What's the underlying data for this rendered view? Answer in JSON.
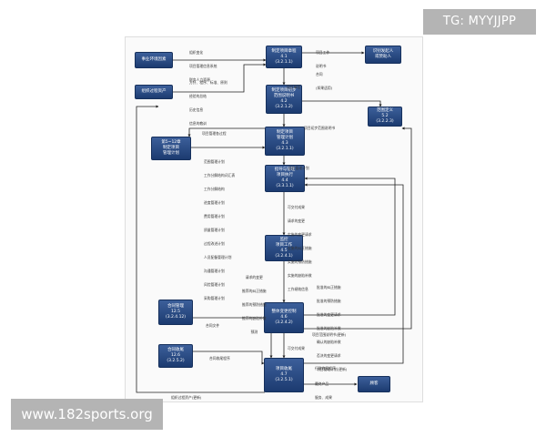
{
  "watermark_top": "TG: MYYJJPP",
  "watermark_bottom": "www.182sports.org",
  "nodes": {
    "eef": [
      "事业环境因素"
    ],
    "opa": [
      "组织过程资产"
    ],
    "charter": [
      "制定项目章程",
      "4.1",
      "(3.2.1.1)"
    ],
    "stakeholders": [
      "识别发起人",
      "或赞助人"
    ],
    "scope_prelim": [
      "制定项目初步",
      "范围说明书",
      "4.2",
      "(3.2.1.2)"
    ],
    "scope_def": [
      "范围定义",
      "5.2",
      "(3.2.2.3)"
    ],
    "pm_plan": [
      "制定项目",
      "管理计划",
      "4.3",
      "(3.2.1.1)"
    ],
    "ch512": [
      "第5~12章",
      "制定项目",
      "管理计划"
    ],
    "direct": [
      "指导与管理",
      "项目执行",
      "4.4",
      "(3.3.1.1)"
    ],
    "monitor": [
      "监控",
      "项目工作",
      "4.5",
      "(3.2.4.1)"
    ],
    "change": [
      "整体变更控制",
      "4.6",
      "(3.2.4.2)"
    ],
    "contract_mgmt": [
      "合同管理",
      "12.5",
      "(3.2.4.12)"
    ],
    "contract_close": [
      "合同收尾",
      "12.6",
      "(3.2.5.2)"
    ],
    "closure": [
      "项目收尾",
      "4.7",
      "(3.2.5.1)"
    ],
    "customer": [
      "顾客"
    ]
  },
  "labels": {
    "eef_inputs": [
      "组织变化",
      "项目管理信息系统",
      "财务人力资源"
    ],
    "opa_inputs": [
      "方针、程序、标准、原则",
      "经验的总结",
      "历史信息",
      "信息的教训"
    ],
    "sow": [
      "项目工作",
      "说明书"
    ],
    "contract": [
      "合同",
      "(如果适用)"
    ],
    "charter_out": [
      "项目章程"
    ],
    "prelim_scope_out": [
      "项目初步范围说明书"
    ],
    "pm_process": [
      "项目管理各过程"
    ],
    "subplans": [
      "范围管理计划",
      "工作分解结构词汇表",
      "工作分解结构",
      "进度管理计划",
      "费用管理计划",
      "质量管理计划",
      "过程改进计划",
      "人员配备管理计划",
      "沟通管理计划",
      "风险管理计划",
      "采购管理计划"
    ],
    "pm_plan_out": [
      "项目管理计划"
    ],
    "deliverables": [
      "可交付成果",
      "请求的变更",
      "实施的变更请求",
      "实施的纠正措施",
      "实施的预防措施",
      "实施的缺陷补救",
      "工作绩效信息"
    ],
    "monitor_out": [
      "请求的变更",
      "推荐的纠正措施",
      "推荐的预防措施",
      "推荐的缺陷补救",
      "预测"
    ],
    "change_out": [
      "批准的纠正措施",
      "批准的预防措施",
      "批准的变更请求",
      "批准的缺陷补救",
      "确认的缺陷补救",
      "否决的变更请求",
      "项目管理计划(更新)"
    ],
    "scope_update": [
      "项目范围说明书(更新)"
    ],
    "contract_doc": [
      "合同文件"
    ],
    "accepted_deliv": [
      "可交付成果"
    ],
    "contract_close_proc": [
      "合同收尾程序"
    ],
    "admin_close": [
      "行政收尾程序"
    ],
    "final_product": [
      "最终产品",
      "服务、成果"
    ],
    "opa_update": [
      "组织过程资产(更新)"
    ]
  }
}
